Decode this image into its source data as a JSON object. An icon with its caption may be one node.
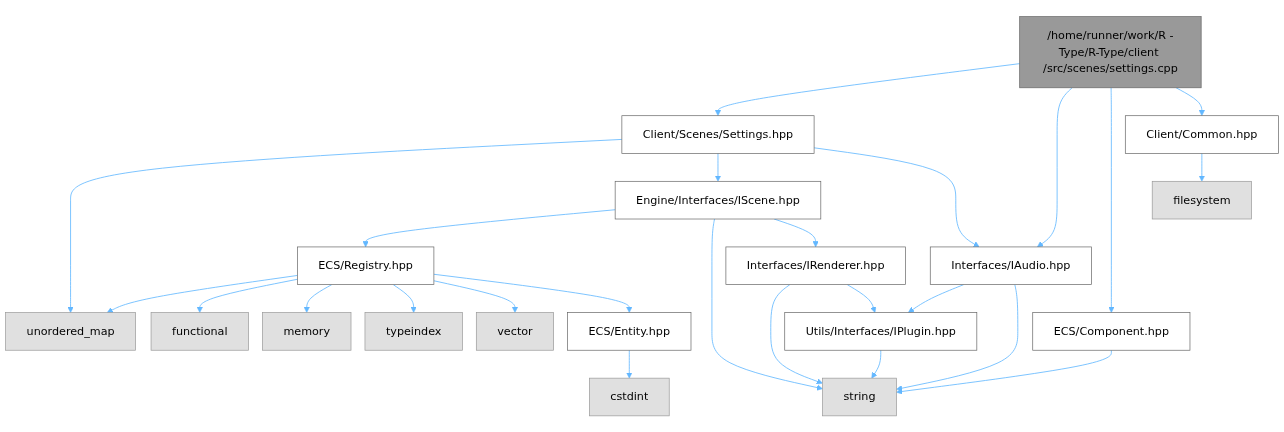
{
  "diagram": {
    "nodes": [
      {
        "text": [
          "/home/runner/work/R -Type/R-Type/client /src/scenes/settings.cpp"
        ]
      },
      {
        "text": [
          "Client/Scenes/Settings.hpp"
        ]
      },
      {
        "text": [
          "Interfaces/IAudio.hpp"
        ]
      },
      {
        "text": [
          "Client/Common.hpp"
        ]
      },
      {
        "text": [
          "filesystem"
        ]
      },
      {
        "text": [
          "Engine/Interfaces/IScene.hpp"
        ]
      },
      {
        "text": [
          "ECS/Component.hpp"
        ]
      },
      {
        "text": [
          "unordered_map"
        ]
      },
      {
        "text": [
          "ECS/Registry.hpp"
        ]
      },
      {
        "text": [
          "Interfaces/IRenderer.hpp"
        ]
      },
      {
        "text": [
          "Utils/Interfaces/IPlugin.hpp"
        ]
      },
      {
        "text": [
          "string"
        ]
      },
      {
        "text": [
          "functional"
        ]
      },
      {
        "text": [
          "memory"
        ]
      },
      {
        "text": [
          "typeindex"
        ]
      },
      {
        "text": [
          "vector"
        ]
      },
      {
        "text": [
          "ECS/Entity.hpp"
        ]
      },
      {
        "text": [
          "cstdint"
        ]
      }
    ],
    "edges": [
      {
        "from": 0,
        "to": 1,
        "arrow": "to"
      },
      {
        "from": 0,
        "to": 2,
        "arrow": "to"
      },
      {
        "from": 0,
        "to": 6,
        "arrow": "to"
      },
      {
        "from": 0,
        "to": 3,
        "arrow": "to"
      },
      {
        "from": 3,
        "to": 4,
        "arrow": "to"
      },
      {
        "from": 1,
        "to": 7,
        "arrow": "to"
      },
      {
        "from": 1,
        "to": 5,
        "arrow": "to"
      },
      {
        "from": 1,
        "to": 2,
        "arrow": "to"
      },
      {
        "from": 5,
        "to": 8,
        "arrow": "to"
      },
      {
        "from": 5,
        "to": 11,
        "arrow": "to"
      },
      {
        "from": 5,
        "to": 9,
        "arrow": "to"
      },
      {
        "from": 2,
        "to": 10,
        "arrow": "to"
      },
      {
        "from": 2,
        "to": 11,
        "arrow": "to"
      },
      {
        "from": 6,
        "to": 11,
        "arrow": "to"
      },
      {
        "from": 8,
        "to": 7,
        "arrow": "to"
      },
      {
        "from": 8,
        "to": 12,
        "arrow": "to"
      },
      {
        "from": 8,
        "to": 13,
        "arrow": "to"
      },
      {
        "from": 8,
        "to": 14,
        "arrow": "to"
      },
      {
        "from": 8,
        "to": 15,
        "arrow": "to"
      },
      {
        "from": 8,
        "to": 16,
        "arrow": "to"
      },
      {
        "from": 9,
        "to": 11,
        "arrow": "to"
      },
      {
        "from": 9,
        "to": 10,
        "arrow": "to"
      },
      {
        "from": 10,
        "to": 11,
        "arrow": "to"
      },
      {
        "from": 16,
        "to": 17,
        "arrow": "to"
      }
    ]
  }
}
